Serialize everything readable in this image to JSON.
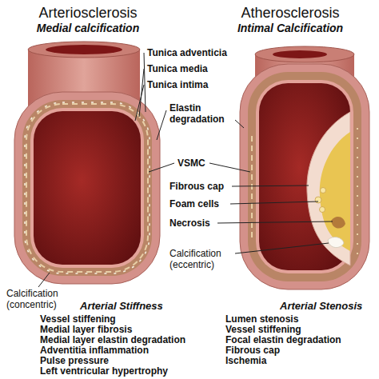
{
  "diagram": {
    "labels": [
      "Arteriosclerosis",
      "Medial calcification",
      "Atherosclerosis",
      "Intimal Calcification",
      "Tunica adventicia",
      "Tunica media",
      "Tunica intima",
      "Elastin degradation",
      "VSMC",
      "Fibrous cap",
      "Foam cells",
      "Necrosis",
      "Calcification (concentric)",
      "Arterial Stiffness",
      "Calcification (eccentric)",
      "Arterial Stenosis",
      "Vessel stiffening",
      "Medial layer fibrosis",
      "Medial layer elastin degradation",
      "Adventitia inflammation",
      "Pulse pressure",
      "Left ventricular hypertrophy",
      "Lumen stenosis",
      "Vessel stiffening",
      "Focal elastin degradation",
      "Fibrous cap",
      "Ischemia"
    ]
  }
}
